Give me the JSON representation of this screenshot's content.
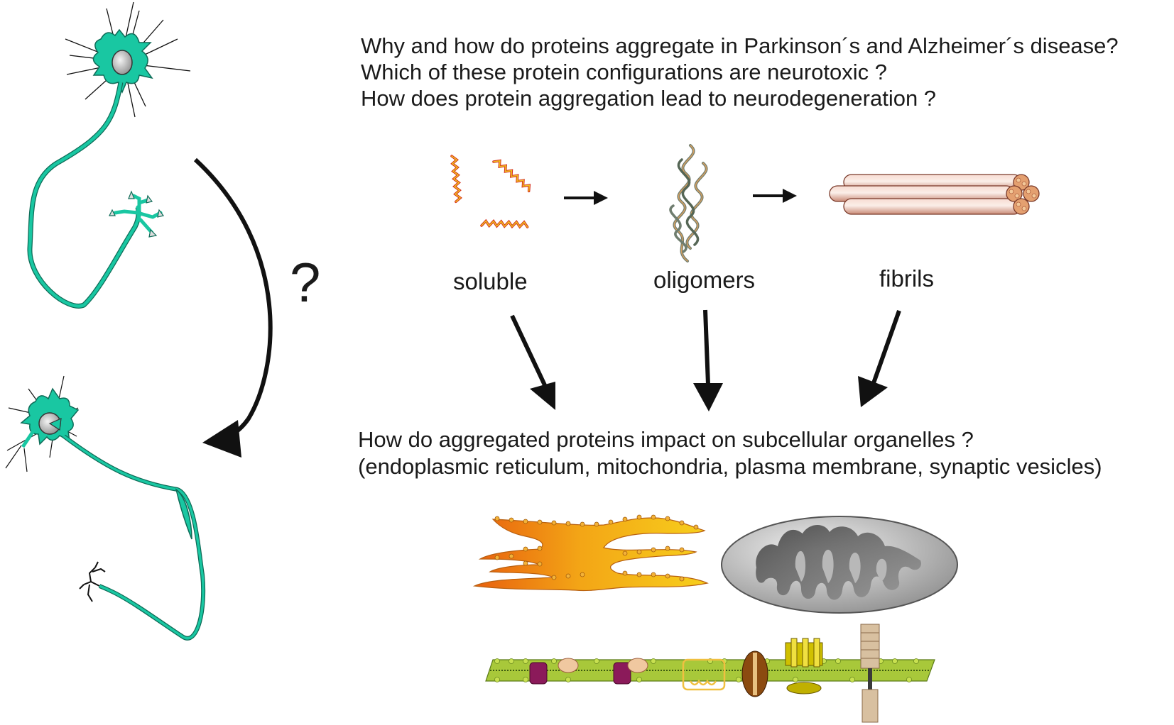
{
  "questions": [
    "Why and how do proteins aggregate in Parkinson´s and Alzheimer´s disease?",
    "Which of these protein configurations are neurotoxic ?",
    "How does protein aggregation lead to neurodegeneration ?"
  ],
  "stages": [
    "soluble",
    "oligomers",
    "fibrils"
  ],
  "transition_mark": "?",
  "organelle_questions": [
    "How do aggregated proteins impact on subcellular organelles ?",
    "(endoplasmic reticulum, mitochondria, plasma membrane, synaptic vesicles)"
  ],
  "colors": {
    "neuron": "#19c7a2",
    "neuron_outline": "#0e6b57",
    "helix_red": "#d42a1a",
    "helix_yellow": "#f0c020",
    "oligomer": "#8a9a8a",
    "fibril": "#e8b8a8",
    "fibril_outline": "#7a3a2a",
    "er_orange": "#ee7a10",
    "er_yellow": "#f5c518",
    "mito_gray": "#a8a8a8",
    "membrane_green": "#a8c83a",
    "arrow": "#111111"
  },
  "icons": {
    "healthy_neuron": "healthy-neuron-icon",
    "degenerating_neuron": "degenerating-neuron-icon",
    "soluble_protein": "alpha-helix-icon",
    "oligomer": "oligomer-icon",
    "fibril": "fibril-bundle-icon",
    "er": "endoplasmic-reticulum-icon",
    "mitochondrion": "mitochondrion-icon",
    "plasma_membrane": "plasma-membrane-icon"
  }
}
